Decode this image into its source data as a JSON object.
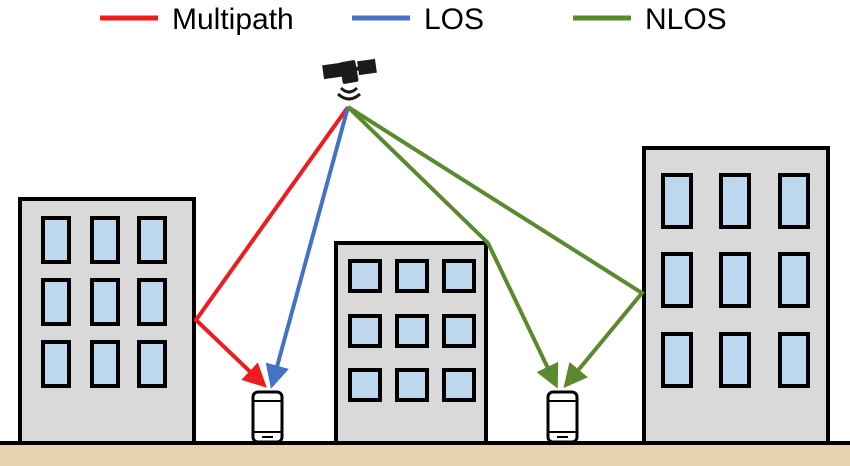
{
  "legend": [
    {
      "key": "multipath",
      "label": "Multipath",
      "color": "#ee1c1c"
    },
    {
      "key": "los",
      "label": "LOS",
      "color": "#4472c4"
    },
    {
      "key": "nlos",
      "label": "NLOS",
      "color": "#5b8a2e"
    }
  ],
  "colors": {
    "building_fill": "#d9d9d9",
    "window_fill": "#bdd7ee",
    "outline": "#000000",
    "ground": "#e6d2ac"
  },
  "icons": {
    "satellite": "satellite-icon",
    "receiver": "smartphone-icon"
  }
}
